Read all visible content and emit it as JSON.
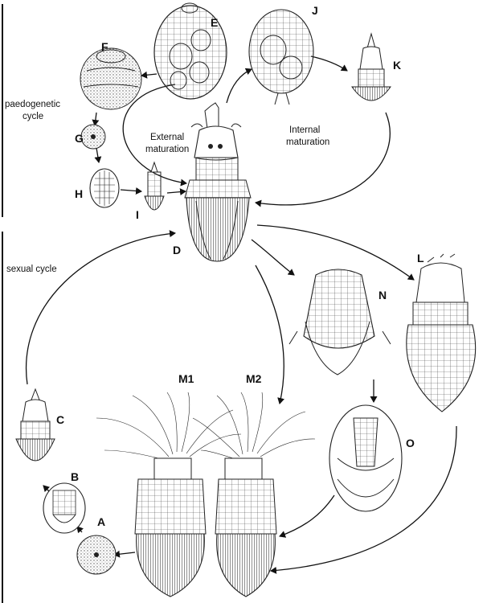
{
  "cycles": {
    "paedogenetic": [
      "paedogenetic",
      "cycle"
    ],
    "sexual": "sexual cycle",
    "external": [
      "External",
      "maturation"
    ],
    "internal": [
      "Internal",
      "maturation"
    ]
  },
  "stages": {
    "A": "A",
    "B": "B",
    "C": "C",
    "D": "D",
    "E": "E",
    "F": "F",
    "G": "G",
    "H": "H",
    "I": "I",
    "J": "J",
    "K": "K",
    "L": "L",
    "M1": "M1",
    "M2": "M2",
    "N": "N",
    "O": "O"
  }
}
